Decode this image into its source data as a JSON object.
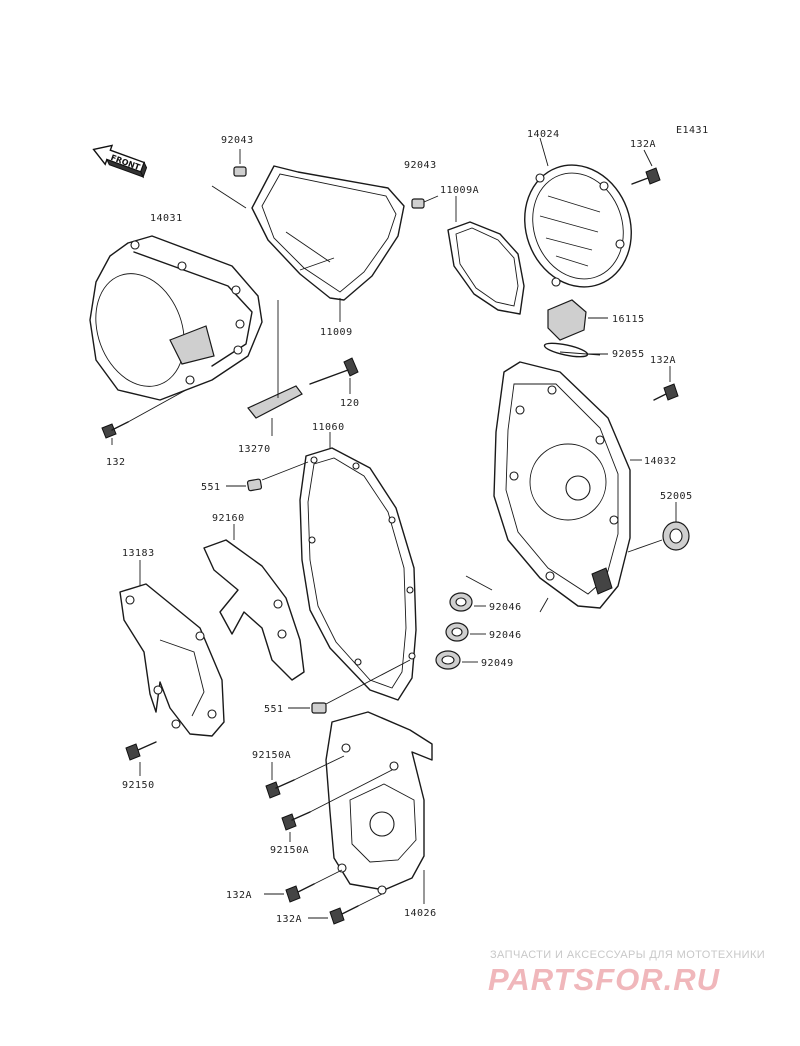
{
  "diagram_code": "E1431",
  "front_label": "FRONT",
  "labels": {
    "p92043_left": "92043",
    "p92043_right": "92043",
    "p11009A": "11009A",
    "p14024": "14024",
    "p132A_top": "132A",
    "p14031": "14031",
    "p11009": "11009",
    "p16115": "16115",
    "p92055": "92055",
    "p132A_mid": "132A",
    "p120": "120",
    "p132": "132",
    "p13270": "13270",
    "p11060": "11060",
    "p14032": "14032",
    "p551_top": "551",
    "p52005": "52005",
    "p92160": "92160",
    "p13183": "13183",
    "p92046_a": "92046",
    "p92046_b": "92046",
    "p92049": "92049",
    "p551_bottom": "551",
    "p92150A_top": "92150A",
    "p92150": "92150",
    "p92150A_bottom": "92150A",
    "p132A_b1": "132A",
    "p14026": "14026",
    "p132A_b2": "132A"
  },
  "watermark": {
    "tagline": "ЗАПЧАСТИ И АКСЕССУАРЫ ДЛЯ МОТОТЕХНИКИ",
    "logo": "PARTSFOR.RU"
  }
}
